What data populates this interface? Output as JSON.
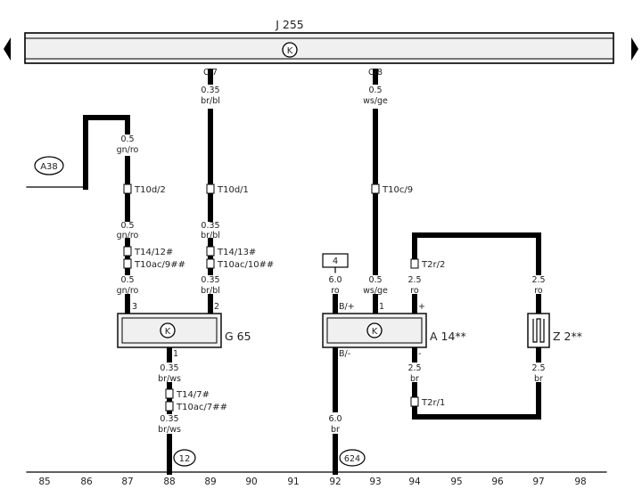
{
  "title": "J 255",
  "components": {
    "j255": {
      "label": "J 255",
      "symbol": "K"
    },
    "g65": {
      "label": "G 65",
      "symbol": "K"
    },
    "a14": {
      "label": "A 14**",
      "symbol": "K"
    },
    "z2": {
      "label": "Z 2**"
    },
    "a38": {
      "label": "A38"
    },
    "box4": {
      "label": "4"
    },
    "ref12": {
      "label": "12"
    },
    "ref624": {
      "label": "624"
    }
  },
  "pins": {
    "c7": "C/7",
    "c8": "C/8",
    "g65_3": "3",
    "g65_2": "2",
    "g65_1": "1",
    "a14_b_top": "B/+",
    "a14_1": "1",
    "a14_plus": "+",
    "a14_b_bot": "B/-",
    "a14_minus": "-"
  },
  "wires": [
    {
      "id": "w1",
      "size": "0.5",
      "color": "gn/ro"
    },
    {
      "id": "w2",
      "size": "0.5",
      "color": "gn/ro"
    },
    {
      "id": "w3",
      "size": "0.5",
      "color": "gn/ro"
    },
    {
      "id": "w4",
      "size": "0.35",
      "color": "br/bl"
    },
    {
      "id": "w5",
      "size": "0.35",
      "color": "br/bl"
    },
    {
      "id": "w6",
      "size": "0.35",
      "color": "br/bl"
    },
    {
      "id": "w7",
      "size": "0.5",
      "color": "ws/ge"
    },
    {
      "id": "w8",
      "size": "0.5",
      "color": "ws/ge"
    },
    {
      "id": "w9",
      "size": "6.0",
      "color": "ro"
    },
    {
      "id": "w10",
      "size": "2.5",
      "color": "ro"
    },
    {
      "id": "w11",
      "size": "2.5",
      "color": "ro"
    },
    {
      "id": "w12",
      "size": "0.35",
      "color": "br/ws"
    },
    {
      "id": "w13",
      "size": "0.35",
      "color": "br/ws"
    },
    {
      "id": "w14",
      "size": "6.0",
      "color": "br"
    },
    {
      "id": "w15",
      "size": "2.5",
      "color": "br"
    },
    {
      "id": "w16",
      "size": "2.5",
      "color": "br"
    }
  ],
  "connectors": [
    {
      "id": "c1",
      "label": "T10d/2"
    },
    {
      "id": "c2",
      "label": "T10d/1"
    },
    {
      "id": "c3",
      "label": "T10c/9"
    },
    {
      "id": "c4",
      "label": "T14/12#"
    },
    {
      "id": "c5",
      "label": "T10ac/9##"
    },
    {
      "id": "c6",
      "label": "T14/13#"
    },
    {
      "id": "c7",
      "label": "T10ac/10##"
    },
    {
      "id": "c8",
      "label": "T2r/2"
    },
    {
      "id": "c9",
      "label": "T14/7#"
    },
    {
      "id": "c10",
      "label": "T10ac/7##"
    },
    {
      "id": "c11",
      "label": "T2r/1"
    }
  ],
  "track_numbers": [
    "85",
    "86",
    "87",
    "88",
    "89",
    "90",
    "91",
    "92",
    "93",
    "94",
    "95",
    "96",
    "97",
    "98"
  ],
  "colors": {
    "line": "#000000",
    "text": "#222222",
    "bar": "#f0f0f0"
  }
}
